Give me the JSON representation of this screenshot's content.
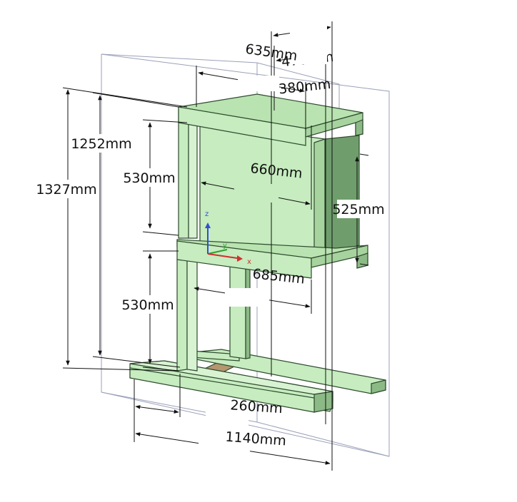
{
  "dimensions": [
    {
      "key": "w470",
      "text": "470mm"
    },
    {
      "key": "w380",
      "text": "380mm"
    },
    {
      "key": "w635",
      "text": "635mm"
    },
    {
      "key": "h1252",
      "text": "1252mm"
    },
    {
      "key": "h1327",
      "text": "1327mm"
    },
    {
      "key": "h530_upper",
      "text": "530mm"
    },
    {
      "key": "w660",
      "text": "660mm"
    },
    {
      "key": "h525",
      "text": "525mm"
    },
    {
      "key": "h530_lower",
      "text": "530mm"
    },
    {
      "key": "w685",
      "text": "685mm"
    },
    {
      "key": "w260",
      "text": "260mm"
    },
    {
      "key": "w1140",
      "text": "1140mm"
    }
  ],
  "axes": {
    "x": "x",
    "y": "y",
    "z": "z"
  },
  "colors": {
    "frame_fill": "#c6ecbf",
    "frame_stroke": "#2e4a2e",
    "panel_fill": "#b9e3b0",
    "side_panel": "#6f9e6c",
    "floor_patch": "#b4966f",
    "dim_line": "#111111",
    "bbox_line": "#9aa0b8",
    "axis_x": "#d03030",
    "axis_y": "#30a030",
    "axis_z": "#3050d0"
  }
}
